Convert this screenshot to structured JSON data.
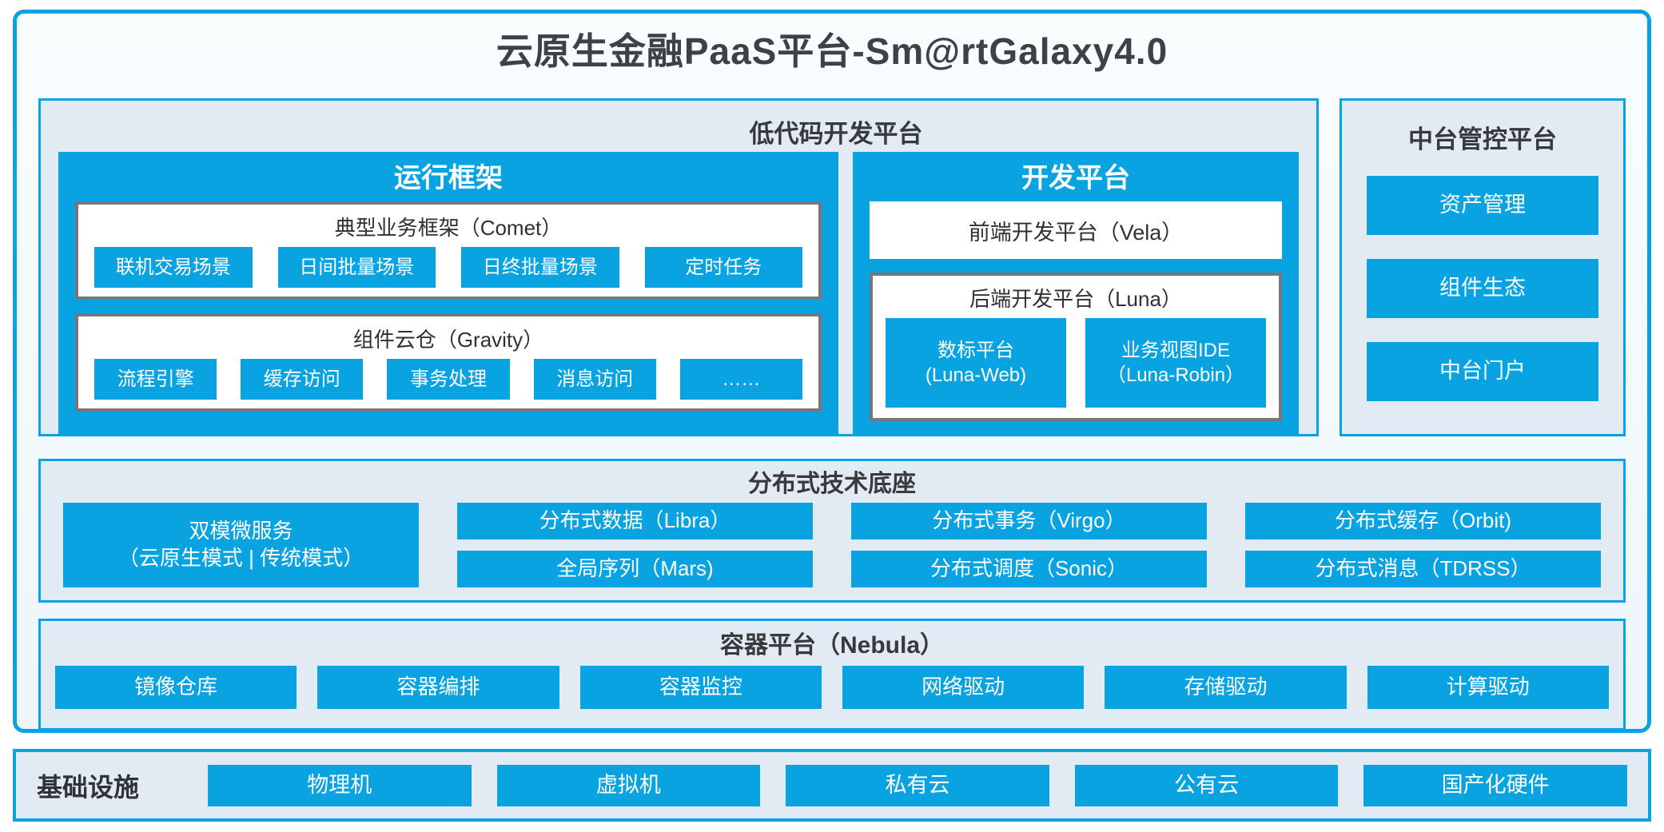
{
  "colors": {
    "accent": "#0aa3e2",
    "panel_bg": "#e2eaf3",
    "gray_border": "#74787d",
    "dark_text": "#37393d",
    "white": "#ffffff"
  },
  "header": {
    "title": "云原生金融PaaS平台-Sm@rtGalaxy4.0"
  },
  "low_code": {
    "title": "低代码开发平台",
    "runtime": {
      "title": "运行框架",
      "comet": {
        "title": "典型业务框架（Comet）",
        "items": [
          "联机交易场景",
          "日间批量场景",
          "日终批量场景",
          "定时任务"
        ]
      },
      "gravity": {
        "title": "组件云仓（Gravity）",
        "items": [
          "流程引擎",
          "缓存访问",
          "事务处理",
          "消息访问",
          "……"
        ]
      }
    },
    "dev": {
      "title": "开发平台",
      "vela_title": "前端开发平台（Vela）",
      "luna": {
        "title": "后端开发平台（Luna）",
        "items": [
          {
            "line1": "数标平台",
            "line2": "(Luna-Web)"
          },
          {
            "line1": "业务视图IDE",
            "line2": "（Luna-Robin）"
          }
        ]
      }
    }
  },
  "mid_platform": {
    "title": "中台管控平台",
    "items": [
      "资产管理",
      "组件生态",
      "中台门户"
    ]
  },
  "distributed": {
    "title": "分布式技术底座",
    "dual_mode": {
      "line1": "双模微服务",
      "line2": "（云原生模式 | 传统模式）"
    },
    "columns": [
      {
        "top": "分布式数据（Libra）",
        "bottom": "全局序列（Mars)"
      },
      {
        "top": "分布式事务（Virgo）",
        "bottom": "分布式调度（Sonic）"
      },
      {
        "top": "分布式缓存（Orbit)",
        "bottom": "分布式消息（TDRSS）"
      }
    ]
  },
  "container_platform": {
    "title": "容器平台（Nebula）",
    "items": [
      "镜像仓库",
      "容器编排",
      "容器监控",
      "网络驱动",
      "存储驱动",
      "计算驱动"
    ]
  },
  "infrastructure": {
    "label": "基础设施",
    "items": [
      "物理机",
      "虚拟机",
      "私有云",
      "公有云",
      "国产化硬件"
    ]
  }
}
